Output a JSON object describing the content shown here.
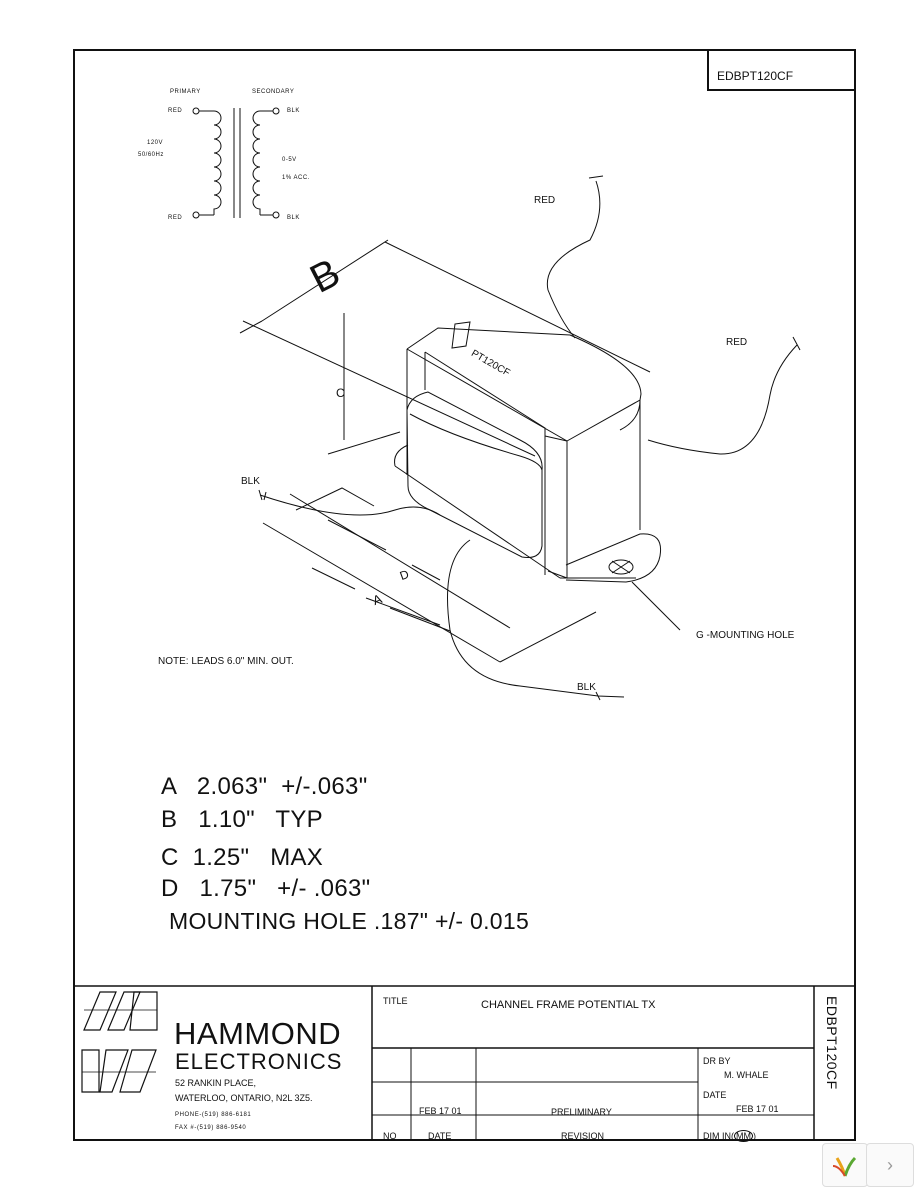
{
  "drawing_number": "EDBPT120CF",
  "schematic": {
    "primary_label": "PRIMARY",
    "secondary_label": "SECONDARY",
    "pri_top_lead": "RED",
    "pri_bottom_lead": "RED",
    "sec_top_lead": "BLK",
    "sec_bottom_lead": "BLK",
    "pri_voltage": "120V",
    "pri_freq": "50/60Hz",
    "sec_voltage": "0-5V",
    "sec_accuracy": "1% ACC."
  },
  "drawing": {
    "dim_b": "B",
    "dim_c": "C",
    "dim_d": "D",
    "dim_a": "A",
    "part_marking": "PT120CF",
    "lead_red_1": "RED",
    "lead_red_2": "RED",
    "lead_blk_1": "BLK",
    "lead_blk_2": "BLK",
    "mounting_hole_callout": "G -MOUNTING HOLE",
    "note": "NOTE: LEADS 6.0\" MIN. OUT."
  },
  "dimensions": [
    "A   2.063\"  +/-.063\"",
    "B   1.10\"   TYP",
    "C  1.25\"   MAX",
    "D   1.75\"   +/- .063\"",
    "MOUNTING HOLE .187\" +/- 0.015"
  ],
  "title_block": {
    "company_name": "HAMMOND",
    "company_sub": "ELECTRONICS",
    "address_1": "52 RANKIN PLACE,",
    "address_2": "WATERLOO, ONTARIO, N2L 3Z5.",
    "phone": "PHONE-(519) 886-6181",
    "fax": "FAX #-(519) 886-9540",
    "title_label": "TITLE",
    "title_value": "CHANNEL FRAME POTENTIAL TX",
    "rev_date": "FEB 17 01",
    "rev_text": "PRELIMINARY",
    "col_no": "NO",
    "col_date": "DATE",
    "col_revision": "REVISION",
    "dr_by_label": "DR BY",
    "dr_by_value": "M. WHALE",
    "date_label": "DATE",
    "date_value": "FEB 17 01",
    "dim_label": "DIM IN(",
    "dim_unit": "MM",
    "dim_close": ")",
    "vertical_number": "EDBPT120CF"
  }
}
